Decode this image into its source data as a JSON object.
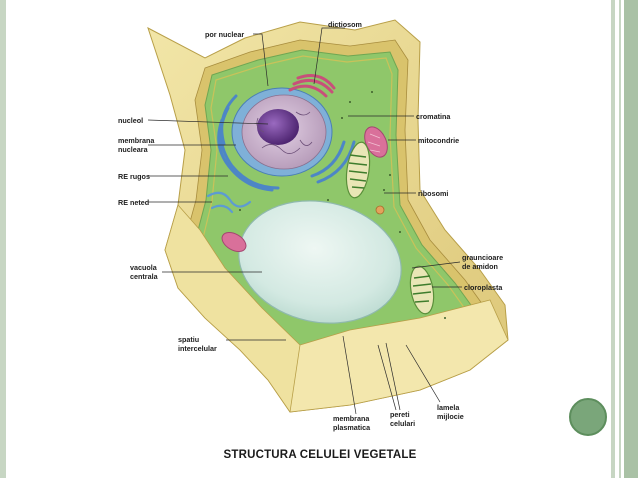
{
  "title": "STRUCTURA CELULEI VEGETALE",
  "labels": {
    "por_nuclear": "por nuclear",
    "dictiosom": "dictiosom",
    "nucleol": "nucleol",
    "membrana_nucleara_1": "membrana",
    "membrana_nucleara_2": "nucleara",
    "cromatina": "cromatina",
    "mitocondrie": "mitocondrie",
    "re_rugos": "RE rugos",
    "ribosomi": "ribosomi",
    "re_neted": "RE neted",
    "vacuola_1": "vacuola",
    "vacuola_2": "centrala",
    "graunciore_1": "grauncioare",
    "graunciore_2": "de amidon",
    "cloroplasta": "cloroplasta",
    "spatiu_1": "spatiu",
    "spatiu_2": "intercelular",
    "membrana_plasmatica_1": "membrana",
    "membrana_plasmatica_2": "plasmatica",
    "pereti_1": "pereti",
    "pereti_2": "celulari",
    "lamela_1": "lamela",
    "lamela_2": "mijlocie"
  },
  "colors": {
    "cell_wall": "#ecdc92",
    "cell_wall_shadow": "#cbb45c",
    "cytoplasm": "#8fc76a",
    "vacuole": "#d8ece6",
    "nucleus": "#c9b0c8",
    "nucleolus": "#6b3a92",
    "er": "#5a8fc9",
    "golgi": "#c8507a",
    "frame": "#c7d6c3",
    "accent_circle": "#7aa67a"
  }
}
